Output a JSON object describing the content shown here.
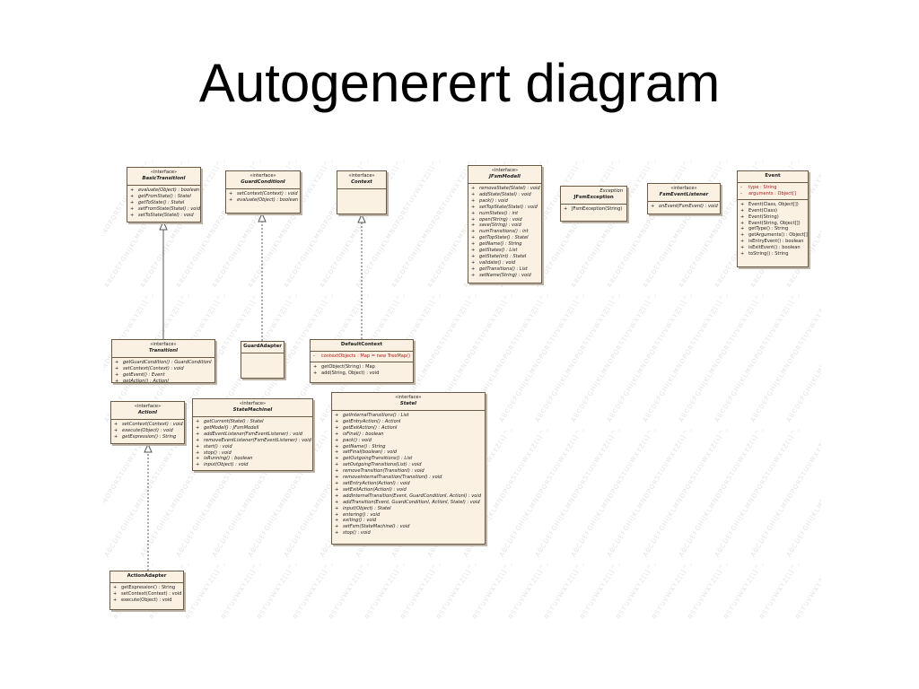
{
  "slide": {
    "title": "Autogenerert diagram"
  },
  "watermark_text": "ABCDEFGHIJKLMNOPQRSTUVWXYZ[\\]^_",
  "classes": {
    "basic_transition": {
      "stereotype": "«interface»",
      "name": "BasicTransitionI",
      "methods": [
        "evaluate(Object) : boolean",
        "getFromState() : StateI",
        "getToState() : StateI",
        "setFromState(StateI) : void",
        "setToState(StateI) : void"
      ]
    },
    "guard_condition": {
      "stereotype": "«interface»",
      "name": "GuardConditionI",
      "methods": [
        "setContext(Context) : void",
        "evaluate(Object) : boolean"
      ]
    },
    "context": {
      "stereotype": "«interface»",
      "name": "Context"
    },
    "jfsm_modell": {
      "stereotype": "«interface»",
      "name": "JFsmModelI",
      "methods": [
        "removeState(StateI) : void",
        "addState(StateI) : void",
        "pack() : void",
        "setTopState(StateI) : void",
        "numStates() : int",
        "open(String) : void",
        "save(String) : void",
        "numTransitions() : int",
        "getTopState() : StateI",
        "getName() : String",
        "getStates() : List",
        "getState(int) : StateI",
        "validate() : void",
        "getTransitions() : List",
        "setName(String) : void"
      ]
    },
    "jfsm_exception": {
      "exception_label": "Exception",
      "name": "JFsmException",
      "methods": [
        "JFsmException(String)"
      ]
    },
    "fsm_event_listener": {
      "stereotype": "«interface»",
      "name": "FsmEventListener",
      "methods": [
        "onEvent(FsmEvent) : void"
      ]
    },
    "event": {
      "name": "Event",
      "attributes": [
        "type : String",
        "arguments : Object[]"
      ],
      "methods": [
        "Event(Class, Object[])",
        "Event(Class)",
        "Event(String)",
        "Event(String, Object[])",
        "getType() : String",
        "getArguments() : Object[]",
        "isEntryEvent() : boolean",
        "isExitEvent() : boolean",
        "toString() : String"
      ]
    },
    "transition": {
      "stereotype": "«interface»",
      "name": "TransitionI",
      "methods": [
        "getGuardCondition() : GuardConditionI",
        "setContext(Context) : void",
        "getEvent() : Event",
        "getAction() : ActionI"
      ]
    },
    "guard_adapter": {
      "name": "GuardAdapter"
    },
    "default_context": {
      "name": "DefaultContext",
      "attributes": [
        "contextObjects : Map = new TreeMap()"
      ],
      "methods": [
        "getObject(String) : Map",
        "add(String, Object) : void"
      ]
    },
    "action": {
      "stereotype": "«interface»",
      "name": "ActionI",
      "methods": [
        "setContext(Context) : void",
        "execute(Object) : void",
        "getExpression() : String"
      ]
    },
    "state_machine": {
      "stereotype": "«interface»",
      "name": "StateMachineI",
      "methods": [
        "getCurrent(StateI) : StateI",
        "getModel() : JFsmModelI",
        "addEventListener(FsmEventListener) : void",
        "removeEventListener(FsmEventListener) : void",
        "start() : void",
        "stop() : void",
        "isRunning() : boolean",
        "input(Object) : void"
      ]
    },
    "state": {
      "stereotype": "«interface»",
      "name": "StateI",
      "methods": [
        "getInternalTransitions() : List",
        "getEntryAction() : ActionI",
        "getExitAction() : ActionI",
        "isFinal() : boolean",
        "pack() : void",
        "getName() : String",
        "setFinal(boolean) : void",
        "getOutgoingTransitions() : List",
        "setOutgoingTransitions(List) : void",
        "removeTransition(TransitionI) : void",
        "removeInternalTransition(TransitionI) : void",
        "setEntryAction(ActionI) : void",
        "setExitAction(ActionI) : void",
        "addInternalTransition(Event, GuardConditionI, ActionI) : void",
        "addTransition(Event, GuardConditionI, ActionI, StateI) : void",
        "input(Object) : StateI",
        "entering() : void",
        "exiting() : void",
        "setFsm(StateMachineI) : void",
        "stop() : void"
      ]
    },
    "action_adapter": {
      "name": "ActionAdapter",
      "methods": [
        "getExpression() : String",
        "setContext(Context) : void",
        "execute(Object) : void"
      ]
    }
  }
}
